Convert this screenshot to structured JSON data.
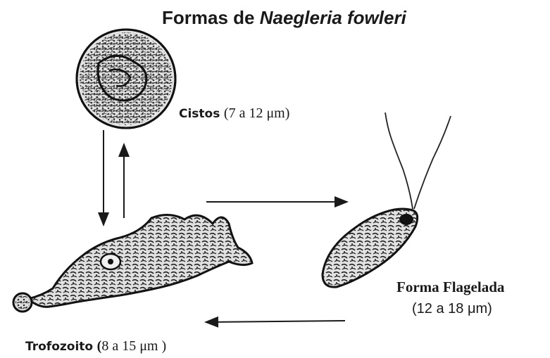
{
  "title": {
    "prefix": "Formas de ",
    "species": "Naegleria fowleri"
  },
  "forms": {
    "cyst": {
      "name": "Cistos",
      "size": "(7 a 12 μm)"
    },
    "flagellate": {
      "name": "Forma Flagelada",
      "size": "(12 a 18 μm)"
    },
    "trophozoite": {
      "name": "Trofozoito",
      "size_open": "(",
      "size": "8 a 15 μm )"
    }
  },
  "icons": {
    "cyst": "cyst-illustration",
    "trophozoite": "trophozoite-illustration",
    "flagellate": "flagellate-illustration"
  },
  "colors": {
    "ink": "#1a1a1a",
    "cell_fill": "#e6e6e6",
    "stipple": "#2a2a2a"
  }
}
